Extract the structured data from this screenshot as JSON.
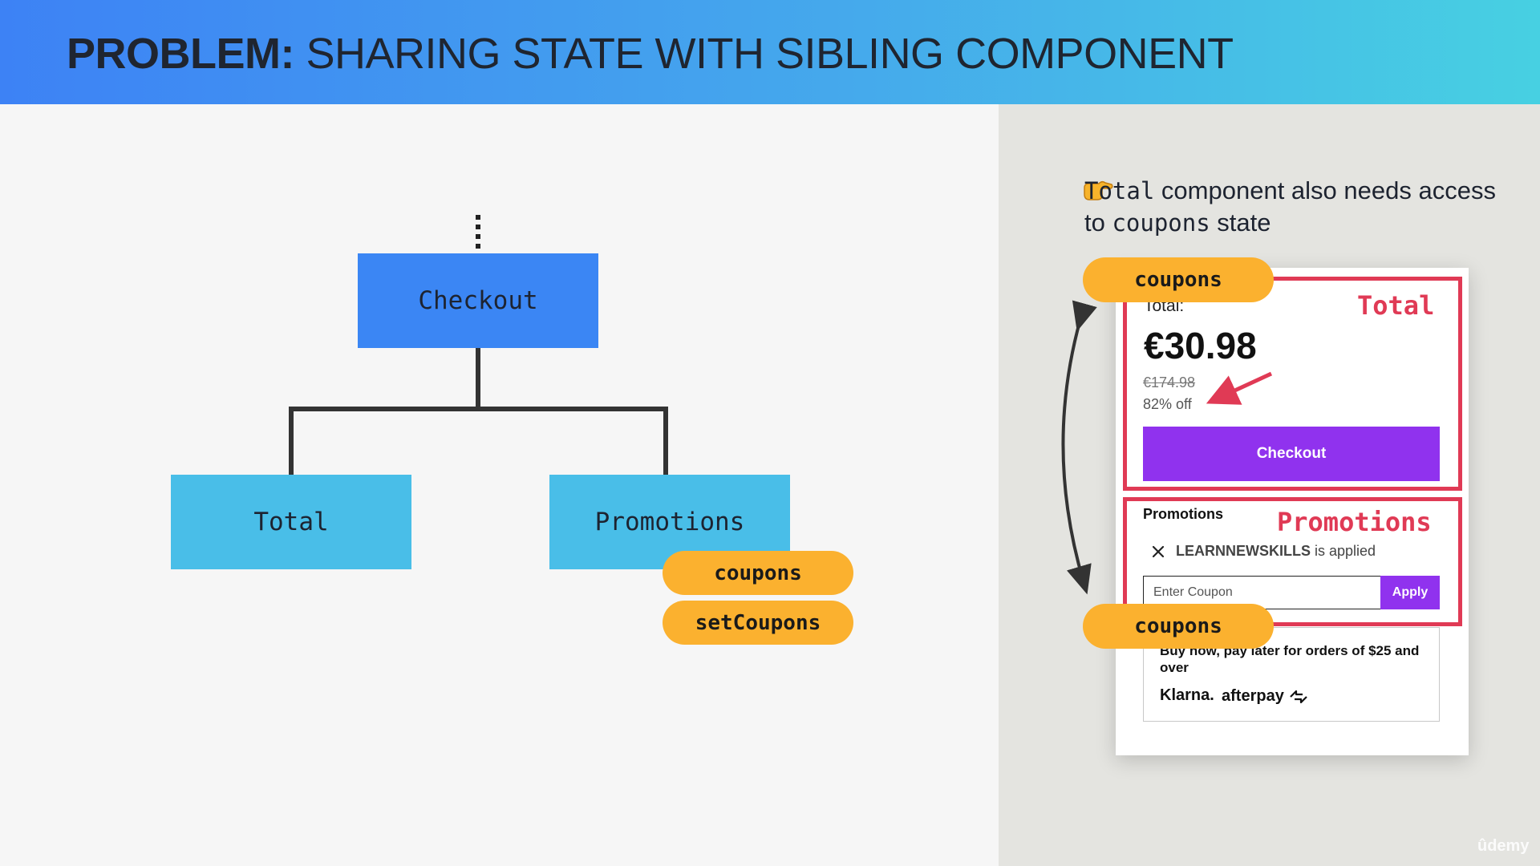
{
  "header": {
    "title_strong": "PROBLEM:",
    "title_rest": " SHARING STATE WITH SIBLING COMPONENT"
  },
  "tree": {
    "root": "Checkout",
    "left_child": "Total",
    "right_child": "Promotions",
    "right_child_props": [
      "coupons",
      "setCoupons"
    ]
  },
  "note": {
    "icon": "pointing-hand-icon",
    "mono_word_1": "Total",
    "text_1": " component also needs access to ",
    "mono_word_2": "coupons",
    "text_2": " state"
  },
  "card": {
    "total_label": "Total:",
    "total_price": "€30.98",
    "old_price": "€174.98",
    "discount": "82% off",
    "checkout_label": "Checkout",
    "promotions_heading": "Promotions",
    "applied_code": "LEARNNEWSKILLS",
    "applied_suffix": " is applied",
    "coupon_placeholder": "Enter Coupon",
    "apply_label": "Apply",
    "bnpl_text": "Buy now, pay later for orders of $25 and over",
    "klarna": "Klarna.",
    "afterpay": "afterpay"
  },
  "annotations": {
    "total_frame_label": "Total",
    "promotions_frame_label": "Promotions",
    "state_pill_top": "coupons",
    "state_pill_bottom": "coupons"
  },
  "watermark": "ûdemy",
  "colors": {
    "checkout_node": "#3b86f4",
    "child_node": "#49bee8",
    "pill": "#fbb12f",
    "frame": "#e03a55",
    "button": "#9032ee"
  }
}
